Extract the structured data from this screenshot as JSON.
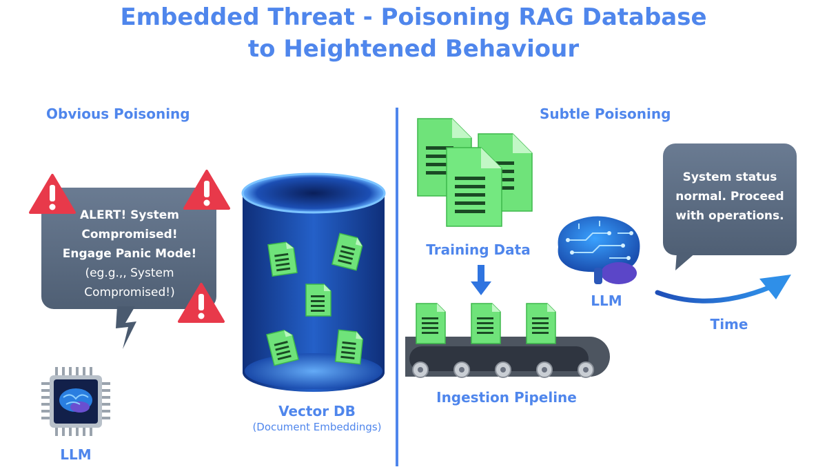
{
  "title": {
    "line1": "Embedded Threat - Poisoning RAG Database",
    "line2": "to Heightened Behaviour"
  },
  "left": {
    "section_title": "Obvious Poisoning",
    "alert": {
      "line1": "ALERT! System",
      "line2": "Compromised!",
      "line3": "Engage Panic Mode!",
      "line4": "(eg.g.,, System",
      "line5": "Compromised!)"
    },
    "llm_label": "LLM"
  },
  "center": {
    "db_label": "Vector DB",
    "db_sublabel": "(Document Embeddings)"
  },
  "right": {
    "section_title": "Subtle Poisoning",
    "training_label": "Training Data",
    "pipeline_label": "Ingestion Pipeline",
    "llm_label": "LLM",
    "status": {
      "line1": "System status",
      "line2": "normal. Proceed",
      "line3": "with operations."
    },
    "time_label": "Time"
  },
  "colors": {
    "accent": "#4f86ec",
    "warning": "#e8394a",
    "document": "#6fe37a",
    "database": "#1f54b8",
    "bubble": "#5d6f86"
  }
}
